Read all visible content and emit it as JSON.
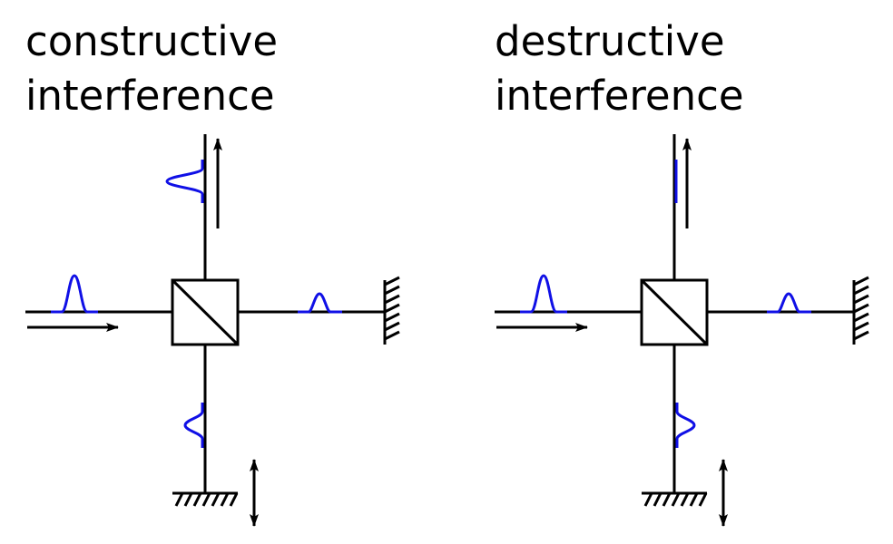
{
  "panels": [
    {
      "id": "constructive",
      "title_line1": "constructive",
      "title_line2": "interference"
    },
    {
      "id": "destructive",
      "title_line1": "destructive",
      "title_line2": "interference"
    }
  ],
  "colors": {
    "beam": "#000000",
    "pulse": "#1010e6"
  },
  "icons": [
    "beam-splitter-icon",
    "mirror-icon",
    "arrow-icon",
    "double-arrow-icon",
    "pulse-icon"
  ]
}
